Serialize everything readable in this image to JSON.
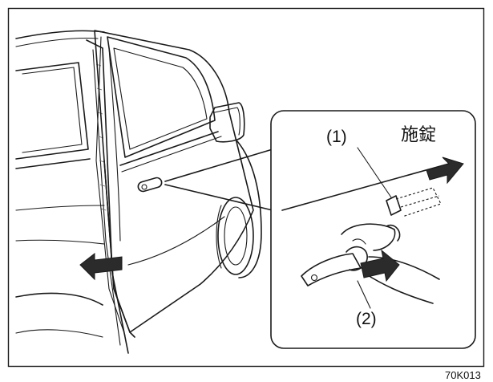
{
  "labels": {
    "lever": "(1)",
    "handle": "(2)",
    "lock": "施錠",
    "figure_code": "70K013"
  },
  "icons": {
    "open_arrow": "arrow-left-icon",
    "lock_arrow": "arrow-right-icon",
    "pull_arrow": "arrow-right-icon"
  },
  "colors": {
    "line": "#1a1a1a",
    "arrow_fill": "#2b2b2b",
    "background": "#ffffff"
  }
}
